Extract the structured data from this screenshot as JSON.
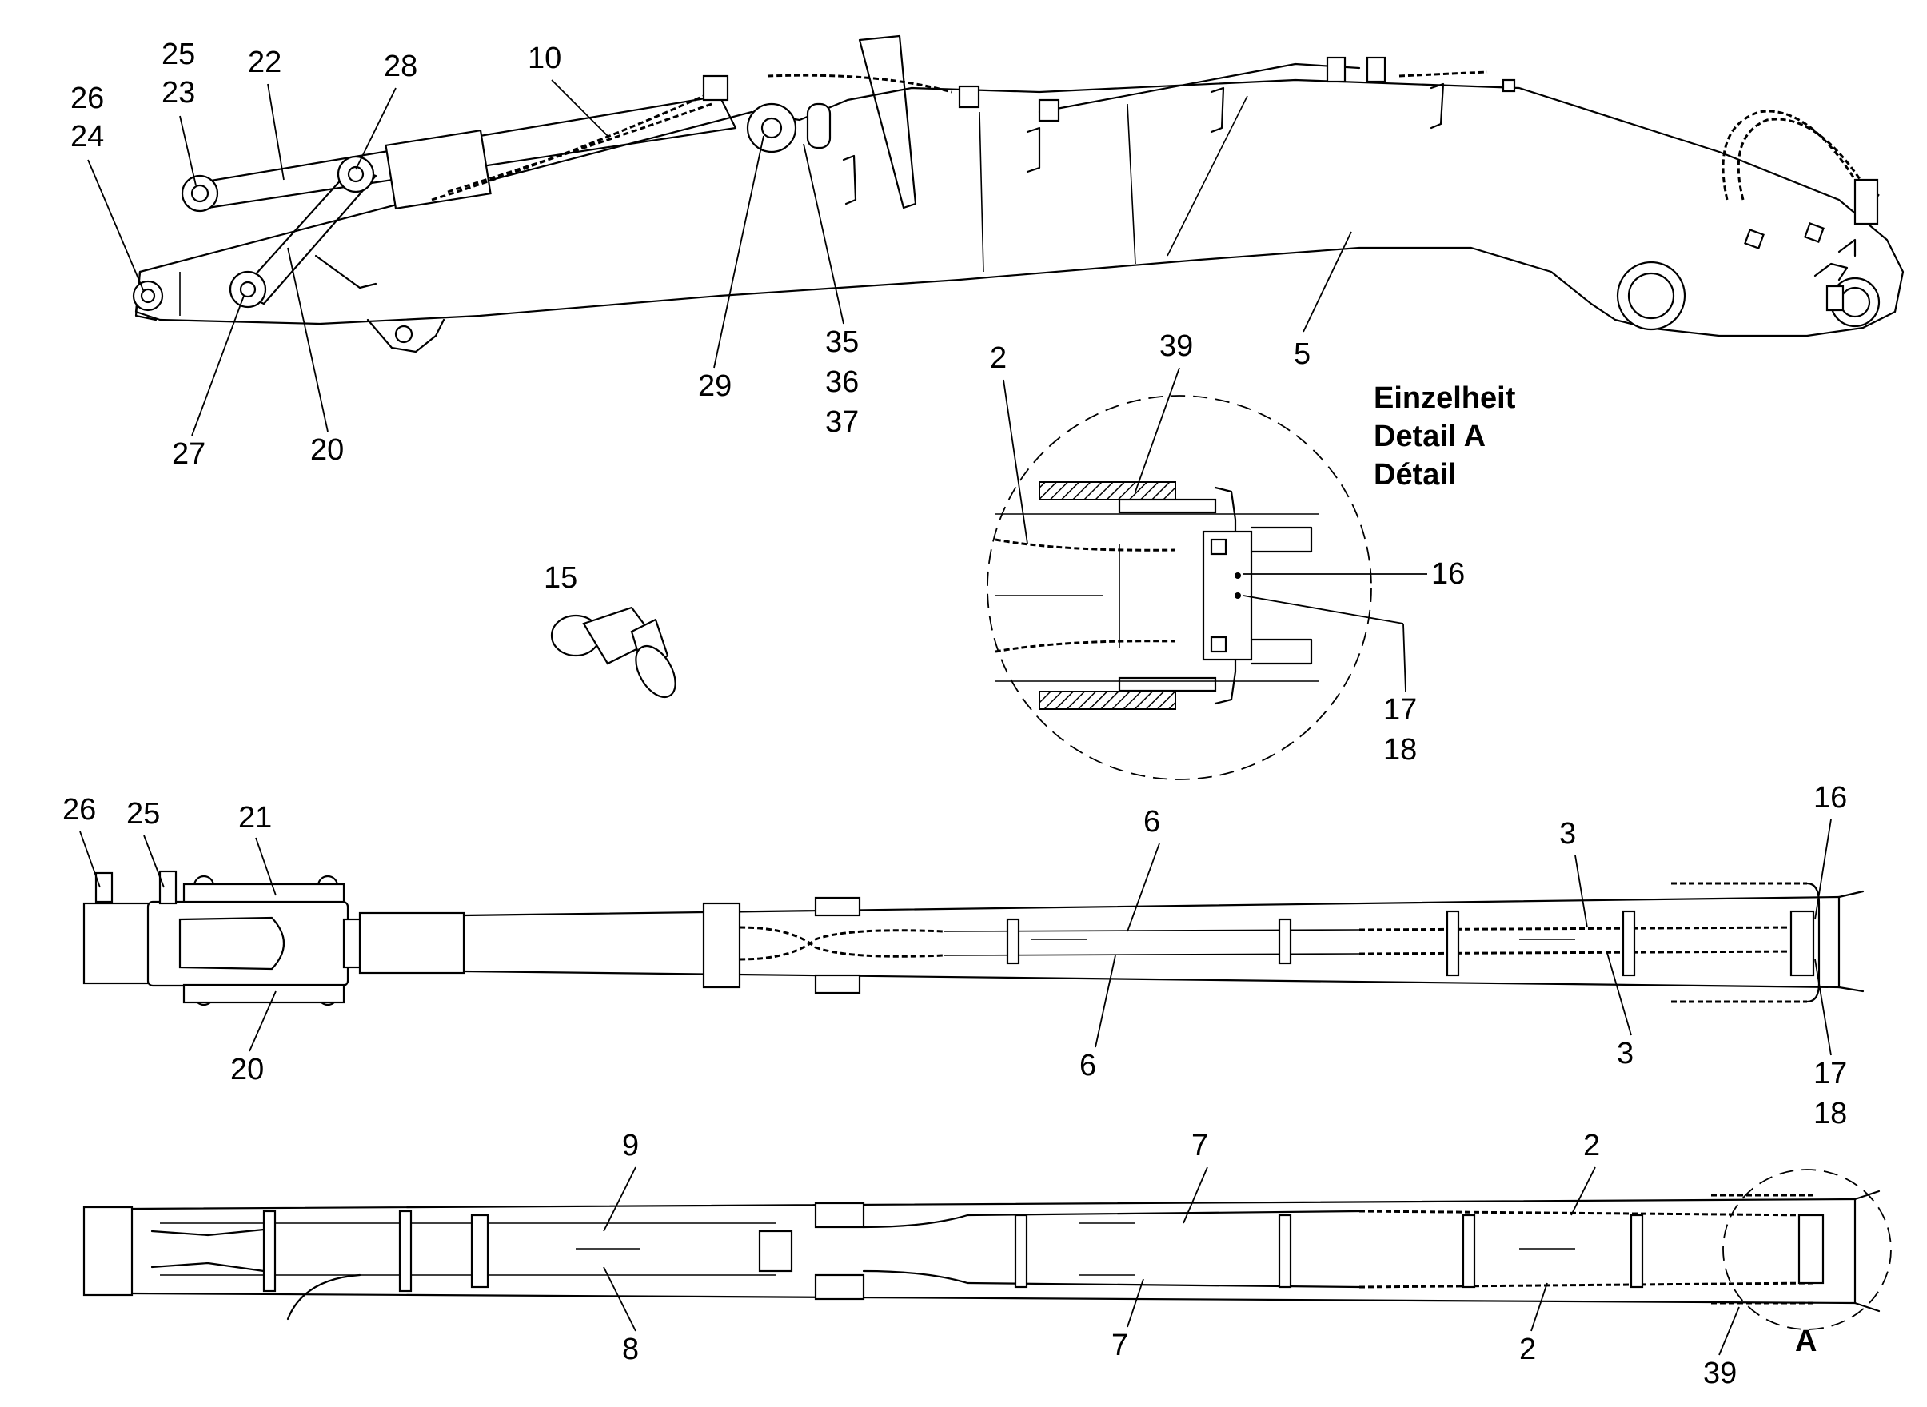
{
  "side_view_callouts": {
    "c26": "26",
    "c24": "24",
    "c25": "25",
    "c23": "23",
    "c22": "22",
    "c28": "28",
    "c10": "10",
    "c27": "27",
    "c20": "20",
    "c29": "29",
    "c35": "35",
    "c36": "36",
    "c37": "37",
    "c5": "5"
  },
  "detail_a": {
    "title_de": "Einzelheit",
    "title_en": "Detail  A",
    "title_fr": "Détail",
    "c2": "2",
    "c39": "39",
    "c16": "16",
    "c17": "17",
    "c18": "18"
  },
  "fitting": {
    "c15": "15"
  },
  "top_view_callouts": {
    "c26": "26",
    "c25": "25",
    "c21": "21",
    "c20": "20",
    "c6a": "6",
    "c6b": "6",
    "c3a": "3",
    "c3b": "3",
    "c16": "16",
    "c17": "17",
    "c18": "18"
  },
  "bottom_view_callouts": {
    "c9": "9",
    "c8": "8",
    "c7a": "7",
    "c7b": "7",
    "c2a": "2",
    "c2b": "2",
    "c39": "39",
    "detail_marker": "A"
  }
}
